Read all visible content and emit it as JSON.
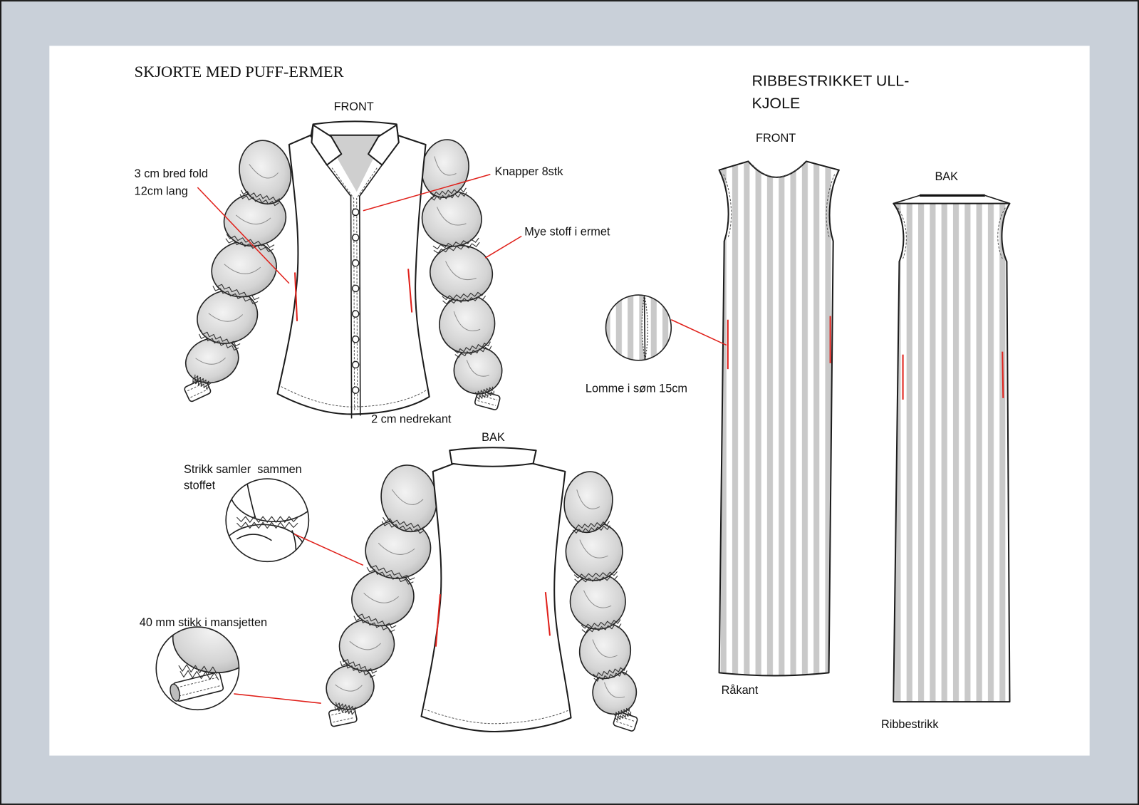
{
  "shirt": {
    "title": "SKJORTE MED PUFF-ERMER",
    "front_label": "FRONT",
    "back_label": "BAK",
    "annotations": {
      "fold_line1": "3 cm bred fold",
      "fold_line2": "12cm lang",
      "buttons": "Knapper 8stk",
      "sleeve_fabric": "Mye stoff i ermet",
      "hem": "2 cm nedrekant",
      "elastic_line1": "Strikk samler  sammen",
      "elastic_line2": "stoffet",
      "cuff": "40 mm stikk i mansjetten"
    }
  },
  "dress": {
    "title_line1": "RIBBESTRIKKET ULL-",
    "title_line2": "KJOLE",
    "front_label": "FRONT",
    "back_label": "BAK",
    "annotations": {
      "pocket": "Lomme i søm 15cm",
      "raw_edge": "Råkant",
      "rib": "Ribbestrikk"
    }
  },
  "colors": {
    "frame_background": "#c9d0d9",
    "panel": "#ffffff",
    "callout_line": "#e0201a",
    "sleeve_fill": "#d4d4d4",
    "rib_stripe": "#c9c9c9"
  }
}
